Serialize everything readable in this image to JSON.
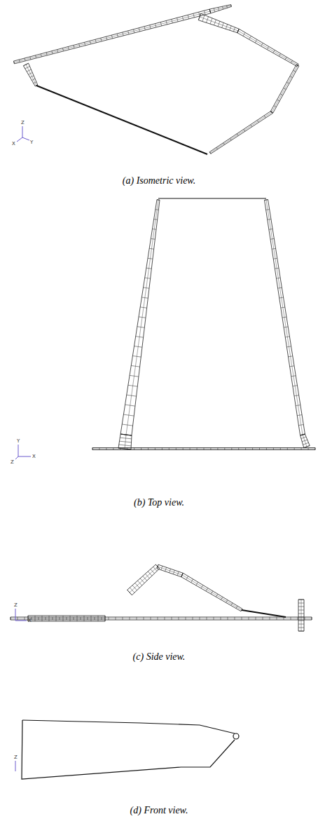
{
  "diagram": {
    "labels": [
      "Z",
      "X",
      "Y",
      "(a) Isometric view.",
      "Y",
      "Z",
      "X",
      "(b) Top view.",
      "Z",
      "X",
      "(c) Side view.",
      "Z",
      "(d) Front view."
    ]
  }
}
